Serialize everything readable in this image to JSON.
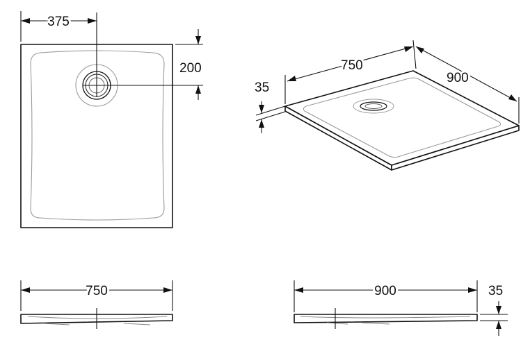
{
  "top_view": {
    "dim_drain_x": "375",
    "dim_drain_y": "200"
  },
  "iso_view": {
    "dim_width": "750",
    "dim_length": "900",
    "dim_height": "35"
  },
  "front_view": {
    "dim_width": "750"
  },
  "side_view": {
    "dim_length": "900",
    "dim_height": "35"
  }
}
